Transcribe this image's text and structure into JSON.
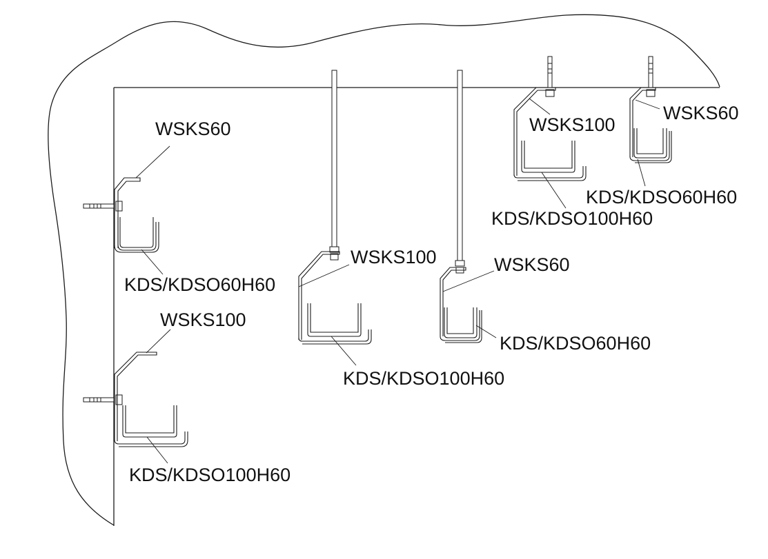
{
  "diagram": {
    "title": "",
    "colors": {
      "line": "#1a1a1a",
      "text": "#111111",
      "background": "#ffffff"
    },
    "surfaces": {
      "wall": "wall",
      "ceiling": "ceiling"
    },
    "assemblies": [
      {
        "id": "wall-upper",
        "mount": "wall",
        "fastener": "anchor-bolt",
        "bracket_label": "WSKS60",
        "tray_label": "KDS/KDSO60H60"
      },
      {
        "id": "wall-lower",
        "mount": "wall",
        "fastener": "anchor-bolt",
        "bracket_label": "WSKS100",
        "tray_label": "KDS/KDSO100H60"
      },
      {
        "id": "rod-left",
        "mount": "ceiling-threaded-rod",
        "fastener": "threaded-rod",
        "bracket_label": "WSKS100",
        "tray_label": "KDS/KDSO100H60"
      },
      {
        "id": "rod-right",
        "mount": "ceiling-threaded-rod",
        "fastener": "threaded-rod",
        "bracket_label": "WSKS60",
        "tray_label": "KDS/KDSO60H60"
      },
      {
        "id": "ceiling-left",
        "mount": "ceiling",
        "fastener": "anchor-bolt",
        "bracket_label": "WSKS100",
        "tray_label": "KDS/KDSO100H60"
      },
      {
        "id": "ceiling-right",
        "mount": "ceiling",
        "fastener": "anchor-bolt",
        "bracket_label": "WSKS60",
        "tray_label": "KDS/KDSO60H60"
      }
    ]
  }
}
